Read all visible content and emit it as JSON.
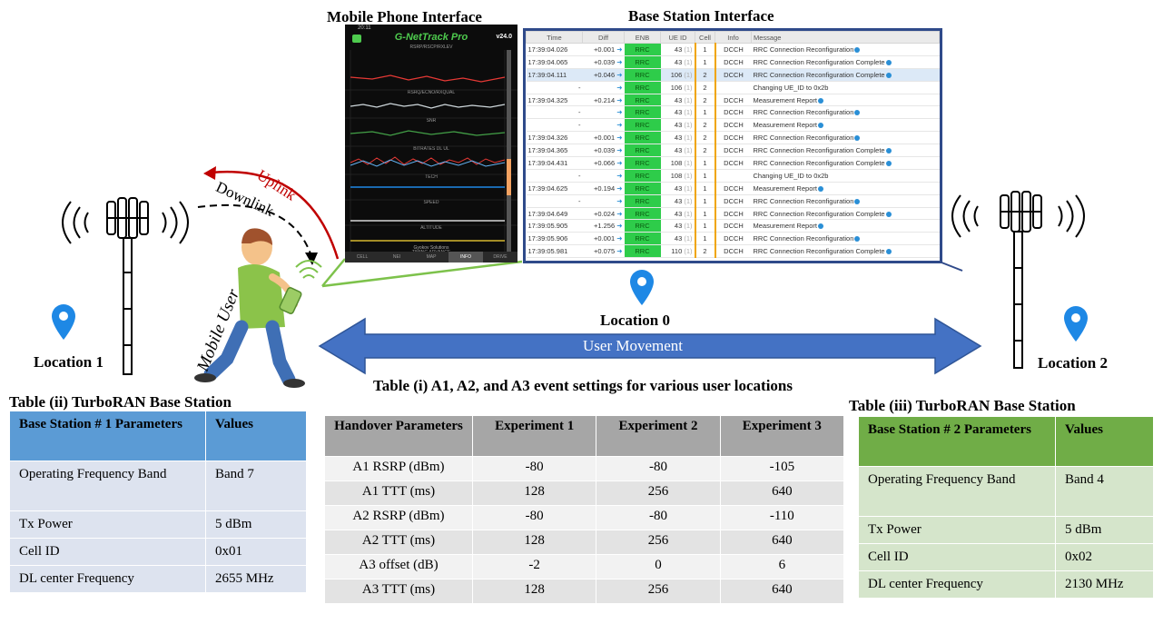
{
  "headings": {
    "mobile_phone_interface": "Mobile Phone Interface",
    "base_station_interface": "Base Station Interface"
  },
  "links": {
    "uplink": "Uplink",
    "downlink": "Downlink"
  },
  "mobile_user_label": "Mobile User",
  "movement_label": "User Movement",
  "locations": {
    "loc0": "Location 0",
    "loc1": "Location 1",
    "loc2": "Location 2"
  },
  "colors": {
    "uplink": "#c00000",
    "movement_arrow": "#4472c4",
    "pin": "#1e88e5",
    "bs_border": "#2f4a8a",
    "green_line": "#7dc24b"
  },
  "phone": {
    "status_time": "20:11",
    "app_title": "G-NetTrack Pro",
    "version": "v24.0",
    "panels": [
      "RSRP/RSCP/RXLEV",
      "RSRQ/ECNO/RXQUAL",
      "SNR",
      "BITRATES DL UL",
      "TECH",
      "SPEED",
      "ALTITUDE",
      "TIMING ADVANCE"
    ],
    "brand": "Gyokov Solutions",
    "tabs": [
      "CELL",
      "NEI",
      "MAP",
      "INFO",
      "DRIVE"
    ],
    "active_tab": "INFO"
  },
  "bs_log": {
    "columns": [
      "Time",
      "Diff",
      "ENB",
      "UE ID",
      "Cell",
      "Info",
      "Message"
    ],
    "rows": [
      {
        "time": "17:39:04.026",
        "diff": "+0.001",
        "enb": "RRC",
        "ue": "43",
        "cell": "1",
        "info": "DCCH",
        "msg": "RRC Connection Reconfiguration",
        "hl": false
      },
      {
        "time": "17:39:04.065",
        "diff": "+0.039",
        "enb": "RRC",
        "ue": "43",
        "cell": "1",
        "info": "DCCH",
        "msg": "RRC Connection Reconfiguration Complete",
        "hl": false
      },
      {
        "time": "17:39:04.111",
        "diff": "+0.046",
        "enb": "RRC",
        "ue": "106",
        "cell": "2",
        "info": "DCCH",
        "msg": "RRC Connection Reconfiguration Complete",
        "hl": true
      },
      {
        "time": "-",
        "diff": "",
        "enb": "RRC",
        "ue": "106",
        "cell": "2",
        "info": "",
        "msg": "Changing UE_ID to 0x2b",
        "hl": false
      },
      {
        "time": "17:39:04.325",
        "diff": "+0.214",
        "enb": "RRC",
        "ue": "43",
        "cell": "2",
        "info": "DCCH",
        "msg": "Measurement Report",
        "hl": false
      },
      {
        "time": "-",
        "diff": "",
        "enb": "RRC",
        "ue": "43",
        "cell": "1",
        "info": "DCCH",
        "msg": "RRC Connection Reconfiguration",
        "hl": false
      },
      {
        "time": "-",
        "diff": "",
        "enb": "RRC",
        "ue": "43",
        "cell": "2",
        "info": "DCCH",
        "msg": "Measurement Report",
        "hl": false
      },
      {
        "time": "17:39:04.326",
        "diff": "+0.001",
        "enb": "RRC",
        "ue": "43",
        "cell": "2",
        "info": "DCCH",
        "msg": "RRC Connection Reconfiguration",
        "hl": false
      },
      {
        "time": "17:39:04.365",
        "diff": "+0.039",
        "enb": "RRC",
        "ue": "43",
        "cell": "2",
        "info": "DCCH",
        "msg": "RRC Connection Reconfiguration Complete",
        "hl": false
      },
      {
        "time": "17:39:04.431",
        "diff": "+0.066",
        "enb": "RRC",
        "ue": "108",
        "cell": "1",
        "info": "DCCH",
        "msg": "RRC Connection Reconfiguration Complete",
        "hl": false
      },
      {
        "time": "-",
        "diff": "",
        "enb": "RRC",
        "ue": "108",
        "cell": "1",
        "info": "",
        "msg": "Changing UE_ID to 0x2b",
        "hl": false
      },
      {
        "time": "17:39:04.625",
        "diff": "+0.194",
        "enb": "RRC",
        "ue": "43",
        "cell": "1",
        "info": "DCCH",
        "msg": "Measurement Report",
        "hl": false
      },
      {
        "time": "-",
        "diff": "",
        "enb": "RRC",
        "ue": "43",
        "cell": "1",
        "info": "DCCH",
        "msg": "RRC Connection Reconfiguration",
        "hl": false
      },
      {
        "time": "17:39:04.649",
        "diff": "+0.024",
        "enb": "RRC",
        "ue": "43",
        "cell": "1",
        "info": "DCCH",
        "msg": "RRC Connection Reconfiguration Complete",
        "hl": false
      },
      {
        "time": "17:39:05.905",
        "diff": "+1.256",
        "enb": "RRC",
        "ue": "43",
        "cell": "1",
        "info": "DCCH",
        "msg": "Measurement Report",
        "hl": false
      },
      {
        "time": "17:39:05.906",
        "diff": "+0.001",
        "enb": "RRC",
        "ue": "43",
        "cell": "1",
        "info": "DCCH",
        "msg": "RRC Connection Reconfiguration",
        "hl": false
      },
      {
        "time": "17:39:05.981",
        "diff": "+0.075",
        "enb": "RRC",
        "ue": "110",
        "cell": "2",
        "info": "DCCH",
        "msg": "RRC Connection Reconfiguration Complete",
        "hl": false
      }
    ]
  },
  "table_ii": {
    "caption": "Table (ii) TurboRAN Base Station",
    "header": [
      "Base Station # 1 Parameters",
      "Values"
    ],
    "rows": [
      [
        "Operating Frequency Band",
        "Band 7"
      ],
      [
        "Tx Power",
        "5 dBm"
      ],
      [
        "Cell ID",
        "0x01"
      ],
      [
        "DL center Frequency",
        "2655 MHz"
      ]
    ]
  },
  "table_iii": {
    "caption": "Table (iii) TurboRAN Base Station",
    "header": [
      "Base Station # 2 Parameters",
      "Values"
    ],
    "rows": [
      [
        "Operating Frequency Band",
        "Band 4"
      ],
      [
        "Tx Power",
        "5 dBm"
      ],
      [
        "Cell ID",
        "0x02"
      ],
      [
        "DL center Frequency",
        "2130 MHz"
      ]
    ]
  },
  "table_i": {
    "caption": "Table (i) A1, A2, and A3 event settings for various user locations",
    "header": [
      "Handover Parameters",
      "Experiment 1",
      "Experiment 2",
      "Experiment 3"
    ],
    "rows": [
      [
        "A1 RSRP (dBm)",
        "-80",
        "-80",
        "-105"
      ],
      [
        "A1 TTT (ms)",
        "128",
        "256",
        "640"
      ],
      [
        "A2 RSRP (dBm)",
        "-80",
        "-80",
        "-110"
      ],
      [
        "A2 TTT (ms)",
        "128",
        "256",
        "640"
      ],
      [
        "A3 offset (dB)",
        "-2",
        "0",
        "6"
      ],
      [
        "A3 TTT (ms)",
        "128",
        "256",
        "640"
      ]
    ]
  }
}
